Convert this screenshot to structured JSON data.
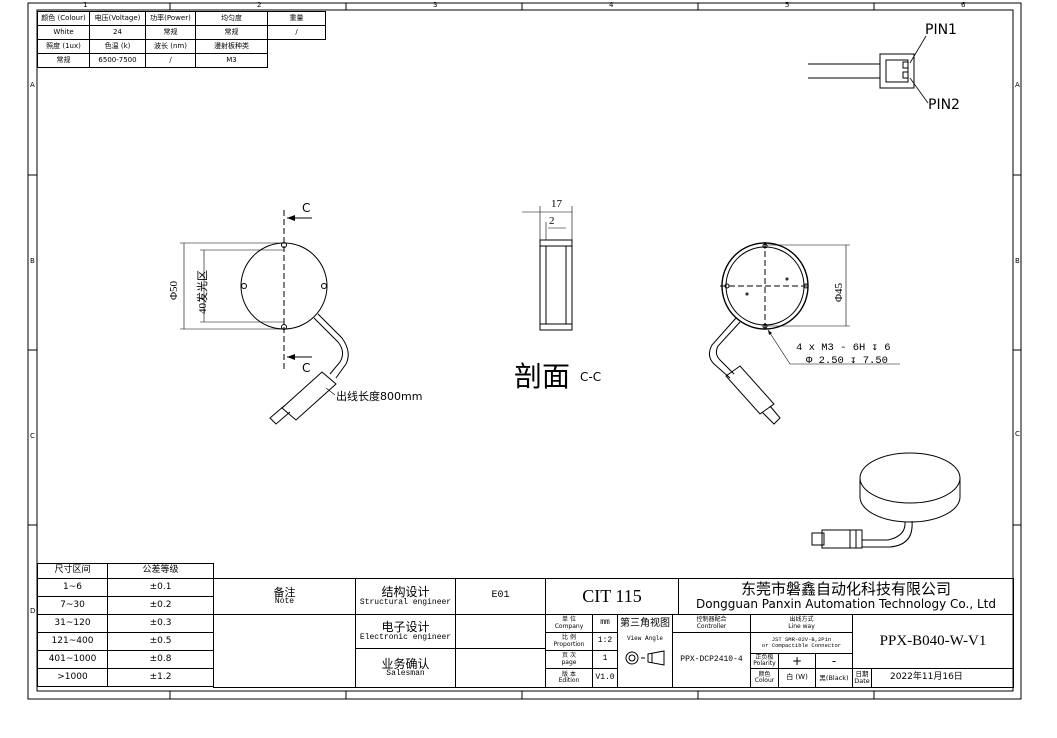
{
  "frame": {
    "columns": [
      "1",
      "2",
      "3",
      "4",
      "5",
      "6"
    ],
    "rows": [
      "A",
      "B",
      "C",
      "D"
    ]
  },
  "spec_table": {
    "headers1": [
      "颜色 (Colour)",
      "电压(Voltage)",
      "功率(Power)",
      "均匀度",
      "重量"
    ],
    "values1": [
      "White",
      "24",
      "常规",
      "常规",
      "/"
    ],
    "headers2": [
      "照度 (1ux)",
      "色温 (k)",
      "波长 (nm)",
      "漫射板种类"
    ],
    "values2": [
      "常规",
      "6500-7500",
      "/",
      "M3"
    ]
  },
  "drawing": {
    "pin1": "PIN1",
    "pin2": "PIN2",
    "section_mark": "C",
    "dia_outer": "Φ50",
    "emitting_area": "40发光区",
    "cable_length": "出线长度800mm",
    "dim_width": "17",
    "dim_step": "2",
    "section_title": "剖面",
    "section_id": "C-C",
    "dia_back": "Φ45",
    "hole_spec_1": "4 x  M3 - 6H ↧ 6",
    "hole_spec_2": "Φ 2.50 ↧ 7.50"
  },
  "tolerance_table": {
    "headers": [
      "尺寸区间",
      "公差等级"
    ],
    "rows": [
      [
        "1~6",
        "±0.1"
      ],
      [
        "7~30",
        "±0.2"
      ],
      [
        "31~120",
        "±0.3"
      ],
      [
        "121~400",
        "±0.5"
      ],
      [
        "401~1000",
        "±0.8"
      ],
      [
        ">1000",
        "±1.2"
      ]
    ]
  },
  "title_block": {
    "note_cn": "备注",
    "note_en": "Note",
    "structural_cn": "结构设计",
    "structural_en": "Structural engineer",
    "structural_value": "E01",
    "electronic_cn": "电子设计",
    "electronic_en": "Electronic engineer",
    "sales_cn": "业务确认",
    "sales_en": "Salesman",
    "model": "CIT 115",
    "company_cn": "东莞市磐鑫自动化科技有限公司",
    "company_en": "Dongguan Panxin Automation Technology Co., Ltd",
    "unit_cn": "单 位",
    "unit_en": "Company",
    "unit_value": "mm",
    "scale_cn": "比 例",
    "scale_en": "Proportion",
    "scale_value": "1:2",
    "page_cn": "页 次",
    "page_en": "page",
    "page_value": "1",
    "edition_cn": "版 本",
    "edition_en": "Edition",
    "edition_value": "V1.0",
    "view_cn": "第三角视图",
    "view_en": "View Angle",
    "controller_cn": "控制器配合",
    "controller_en": "Controller",
    "controller_value": "PPX-DCP2410-4",
    "lineway_cn": "出线方式",
    "lineway_en": "Line way",
    "lineway_value_1": "JST SMR-02V-B,2Pin",
    "lineway_value_2": "or Compactible Connector",
    "polarity_cn": "正负极",
    "polarity_en": "Polarity",
    "polarity_pos": "+",
    "polarity_neg": "-",
    "colour_cn": "颜色",
    "colour_en": "Colour",
    "colour_pos": "白 (W)",
    "colour_neg": "黑(Black)",
    "part_no": "PPX-B040-W-V1",
    "date_cn": "日期",
    "date_en": "Date",
    "date_value": "2022年11月16日"
  }
}
